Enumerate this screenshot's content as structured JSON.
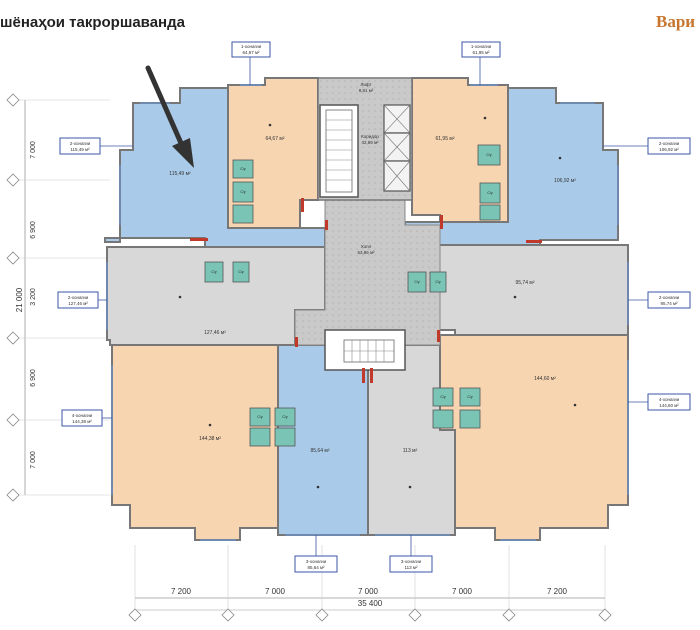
{
  "header": {
    "title": "шёнаҳои такроршаванда",
    "variant": "Вари"
  },
  "units": [
    {
      "id": "u1",
      "line1": "1-хонагии",
      "line2": "64,67 м²",
      "area": "64,67 м²"
    },
    {
      "id": "u2",
      "line1": "1-хонагии",
      "line2": "61,95 м²",
      "area": "61,95 м²"
    },
    {
      "id": "u3",
      "line1": "2-хонагии",
      "line2": "115,49 м²",
      "area": "115,49 м²"
    },
    {
      "id": "u4",
      "line1": "2-хонагии",
      "line2": "106,92 м²",
      "area": "106,92 м²"
    },
    {
      "id": "u5",
      "line1": "2-хонагии",
      "line2": "127,46 м²",
      "area": "127,46 м²"
    },
    {
      "id": "u6",
      "line1": "2-хонагии",
      "line2": "95,74 м²",
      "area": "95,74 м²"
    },
    {
      "id": "u7",
      "line1": "4-хонагии",
      "line2": "144,38 м²",
      "area": "144,38 м²"
    },
    {
      "id": "u8",
      "line1": "4-хонагии",
      "line2": "144,60 м²",
      "area": "144,60 м²"
    },
    {
      "id": "u9",
      "line1": "3-хонагии",
      "line2": "85,64 м²",
      "area": "85,64 м²"
    },
    {
      "id": "u10",
      "line1": "3-хонагии",
      "line2": "113 м²",
      "area": "113 м²"
    }
  ],
  "core": {
    "lift_label": "Лифт",
    "lift_area": "9,81 м²",
    "hall_label": "Холл",
    "hall_area": "53,86 м²",
    "corridor_label": "Коридор",
    "corridor_area": "42,69 м²",
    "bath_label": "С/у"
  },
  "dimensions": {
    "bottom_segments": [
      "7 200",
      "7 000",
      "7 000",
      "7 000",
      "7 200"
    ],
    "bottom_total": "35 400",
    "left_segments": [
      "7 000",
      "6 900",
      "3 200",
      "6 900",
      "7 000"
    ],
    "left_total": "21 000"
  },
  "colors": {
    "blue": "#a9cbe9",
    "orange": "#f7d5b0",
    "gray": "#d8d8d8",
    "green_bath": "#79c4b4",
    "wall": "#777777",
    "red_door": "#c0392b",
    "label_border": "#3b56a8",
    "core_gray": "#c8c8c8"
  }
}
